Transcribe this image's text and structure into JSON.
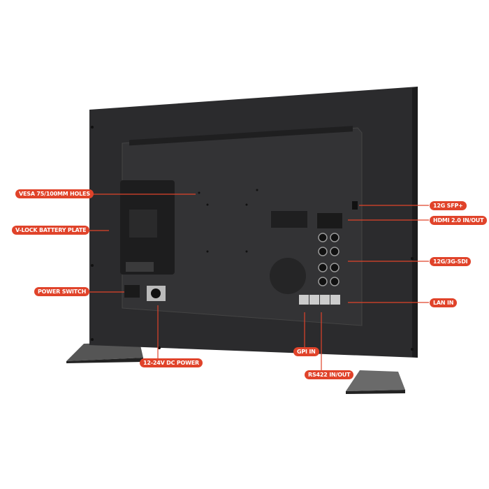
{
  "colors": {
    "callout": "#e0432a",
    "body": "#2b2b2d",
    "panel": "#333335"
  },
  "callouts": {
    "vesa": "VESA 75/100MM HOLES",
    "vlock": "V-LOCK BATTERY PLATE",
    "power_switch": "POWER SWITCH",
    "dc_power": "12-24V DC POWER",
    "sfp": "12G SFP+",
    "hdmi": "HDMI 2.0 IN/OUT",
    "sdi": "12G/3G-SDI",
    "lan": "LAN IN",
    "gpi": "GPI IN",
    "rs422": "RS422 IN/OUT"
  }
}
